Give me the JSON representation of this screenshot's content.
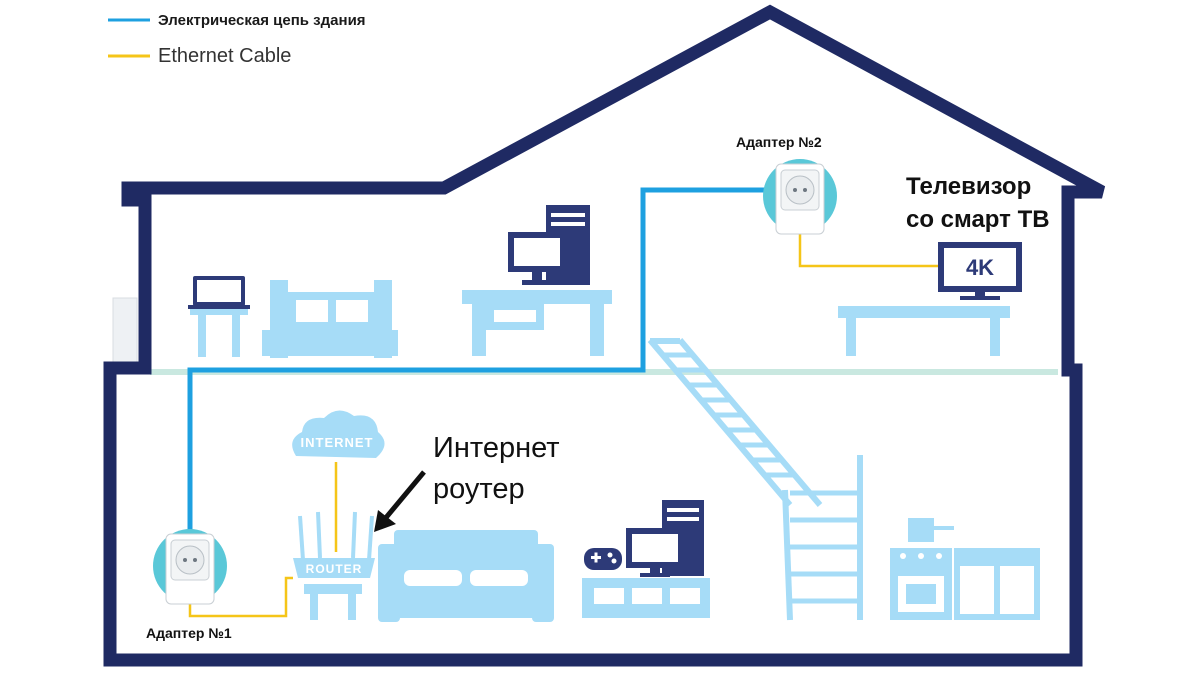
{
  "legend": {
    "power_label": "Электрическая цепь здания",
    "ethernet_label": "Ethernet Cable"
  },
  "labels": {
    "adapter1": "Адаптер №1",
    "adapter2": "Адаптер №2",
    "tv_line1": "Телевизор",
    "tv_line2": "со смарт ТВ",
    "router_line1": "Интернет",
    "router_line2": "роутер"
  },
  "device_text": {
    "internet_cloud": "INTERNET",
    "router_badge": "ROUTER",
    "tv_screen": "4K"
  },
  "icons": {
    "house": "house-outline-icon",
    "adapter": "powerline-adapter-icon",
    "router": "router-icon",
    "cloud": "cloud-icon",
    "tv": "tv-icon",
    "computer": "desktop-computer-icon",
    "laptop": "laptop-icon",
    "gamepad": "gamepad-icon"
  },
  "colors": {
    "house_outline": "#1f2a63",
    "power_line": "#1ea0e0",
    "ethernet_line": "#f5c518",
    "furniture": "#a6dcf7",
    "device_dark": "#2d3a78",
    "adapter_circle": "#5ac8d8"
  }
}
